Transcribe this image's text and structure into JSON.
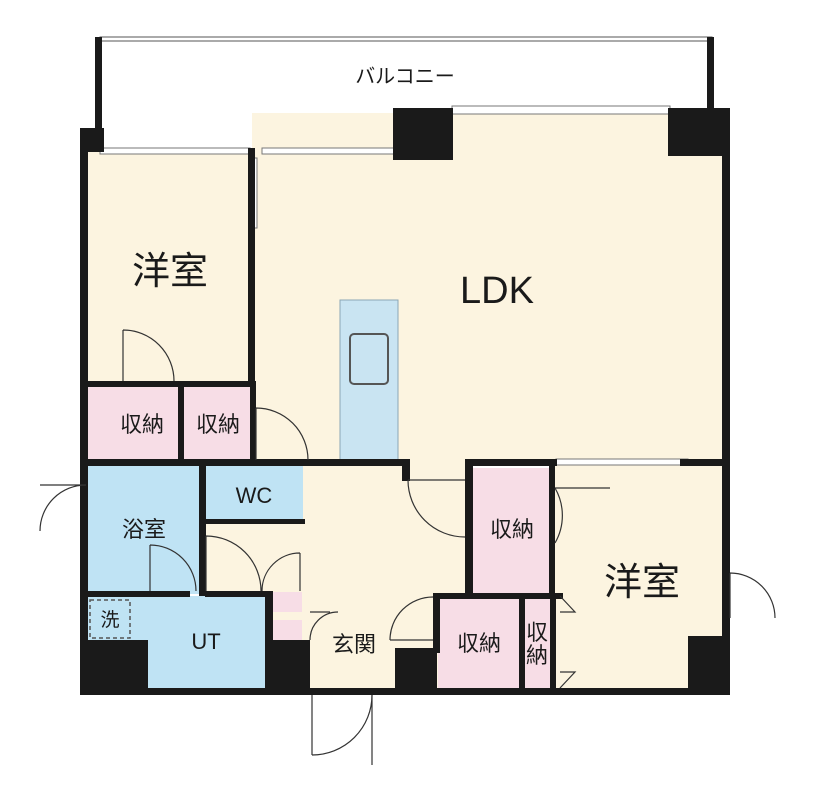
{
  "floorplan": {
    "balcony": "バルコニー",
    "rooms": {
      "western_room_north": "洋室",
      "ldk": "LDK",
      "storage_1": "収納",
      "storage_2": "収納",
      "wc": "WC",
      "bath": "浴室",
      "ut": "UT",
      "washer": "洗",
      "entrance": "玄関",
      "storage_3": "収納",
      "storage_4": "収納",
      "storage_5_line1": "収",
      "storage_5_line2": "納",
      "western_room_south": "洋室"
    },
    "colors": {
      "room_fill": "#fcf4e0",
      "storage_fill": "#f7dde6",
      "wet_fill": "#bfe3f4",
      "kitchen_fill": "#c9e4f2",
      "wall": "#1a1a1a"
    }
  }
}
